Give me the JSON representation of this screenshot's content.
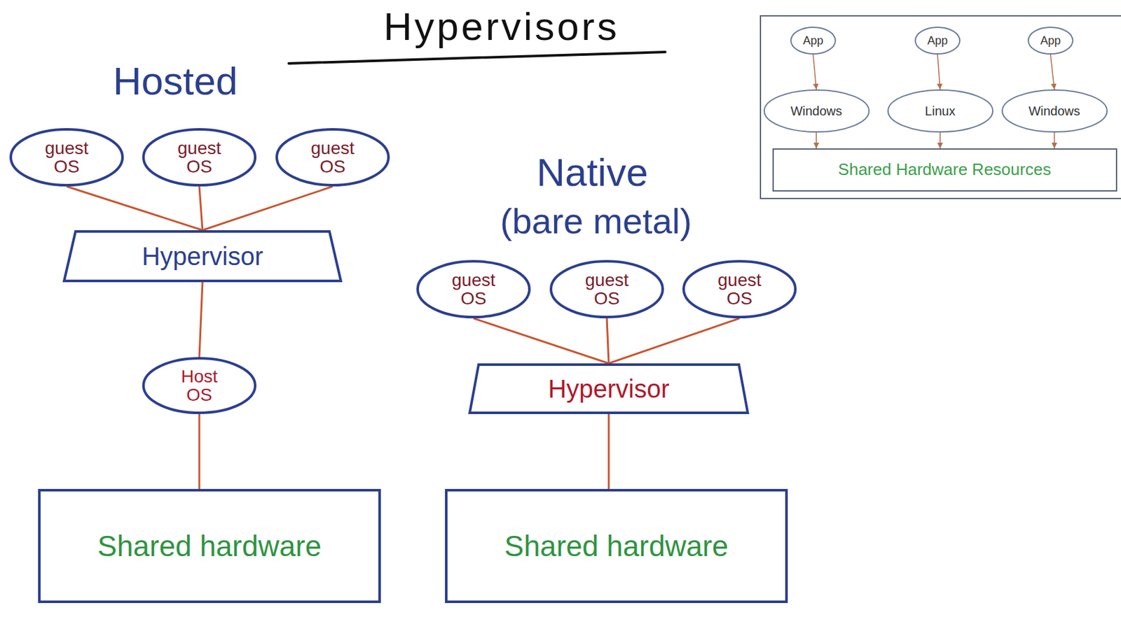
{
  "diagram": {
    "title": "Hypervisors",
    "nodes": [
      {
        "text": [
          "guest OS"
        ]
      },
      {
        "text": [
          "guest OS"
        ]
      },
      {
        "text": [
          "guest OS"
        ]
      },
      {
        "text": [
          "Hypervisor"
        ]
      },
      {
        "text": [
          "Host OS"
        ]
      },
      {
        "text": [
          "Shared hardware"
        ]
      },
      {
        "text": [
          "guest OS"
        ]
      },
      {
        "text": [
          "guest OS"
        ]
      },
      {
        "text": [
          "guest OS"
        ]
      },
      {
        "text": [
          "Hypervisor"
        ]
      },
      {
        "text": [
          "Shared hardware"
        ]
      },
      {
        "text": [
          "App"
        ]
      },
      {
        "text": [
          "App"
        ]
      },
      {
        "text": [
          "App"
        ]
      },
      {
        "text": [
          "Windows"
        ]
      },
      {
        "text": [
          "Linux"
        ]
      },
      {
        "text": [
          "Windows"
        ]
      },
      {
        "text": [
          "Shared Hardware Resources"
        ]
      }
    ],
    "edges": [
      {
        "from": 0,
        "to": 3,
        "arrow": "none"
      },
      {
        "from": 1,
        "to": 3,
        "arrow": "none"
      },
      {
        "from": 2,
        "to": 3,
        "arrow": "none"
      },
      {
        "from": 3,
        "to": 4,
        "arrow": "none"
      },
      {
        "from": 4,
        "to": 5,
        "arrow": "none"
      },
      {
        "from": 6,
        "to": 9,
        "arrow": "none"
      },
      {
        "from": 7,
        "to": 9,
        "arrow": "none"
      },
      {
        "from": 8,
        "to": 9,
        "arrow": "none"
      },
      {
        "from": 9,
        "to": 10,
        "arrow": "none"
      },
      {
        "from": 11,
        "to": 14,
        "arrow": "to"
      },
      {
        "from": 12,
        "to": 15,
        "arrow": "to"
      },
      {
        "from": 13,
        "to": 16,
        "arrow": "to"
      },
      {
        "from": 14,
        "to": 17,
        "arrow": "to"
      },
      {
        "from": 15,
        "to": 17,
        "arrow": "to"
      },
      {
        "from": 16,
        "to": 17,
        "arrow": "to"
      }
    ],
    "labels": [
      "Hosted",
      "Native",
      "(bare metal)"
    ]
  }
}
